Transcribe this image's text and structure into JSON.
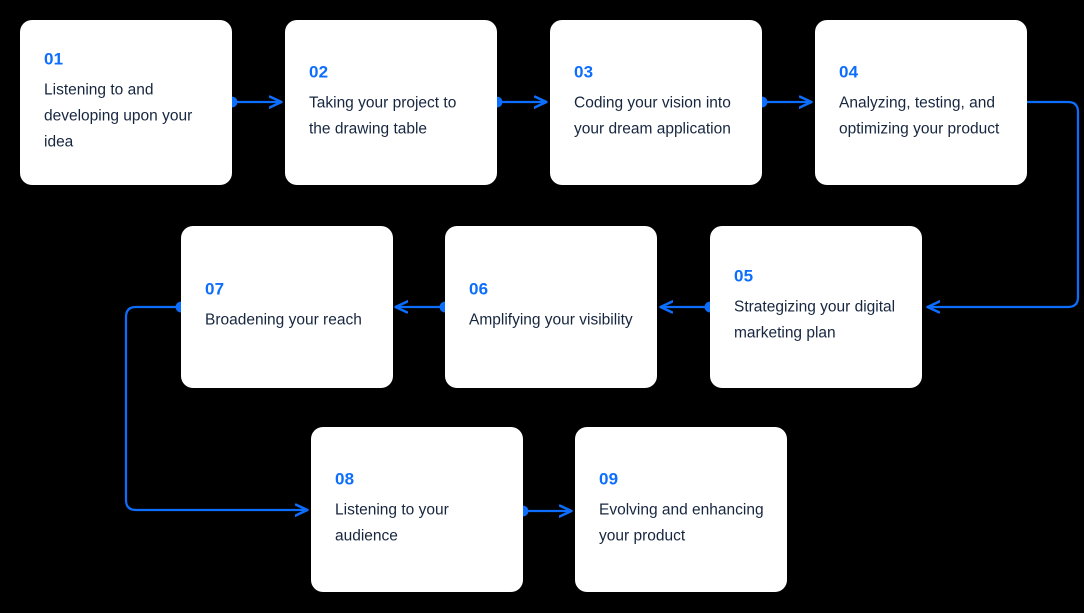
{
  "diagram": {
    "title": "Nine step product development and growth process flow",
    "type": "process-flowchart",
    "background_color": "#000000",
    "card_color": "#ffffff",
    "accent_color": "#0d6efd",
    "text_color": "#17263f",
    "steps": [
      {
        "number": "01",
        "text": "Listening to and developing upon your idea"
      },
      {
        "number": "02",
        "text": "Taking your project to the drawing table"
      },
      {
        "number": "03",
        "text": "Coding your vision into your dream application"
      },
      {
        "number": "04",
        "text": "Analyzing, testing, and optimizing your product"
      },
      {
        "number": "05",
        "text": "Strategizing your digital marketing plan"
      },
      {
        "number": "06",
        "text": "Amplifying your visibility"
      },
      {
        "number": "07",
        "text": "Broadening your reach"
      },
      {
        "number": "08",
        "text": "Listening to your audience"
      },
      {
        "number": "09",
        "text": "Evolving and enhancing your product"
      }
    ],
    "connections": [
      {
        "from": "01",
        "to": "02",
        "direction": "right"
      },
      {
        "from": "02",
        "to": "03",
        "direction": "right"
      },
      {
        "from": "03",
        "to": "04",
        "direction": "right"
      },
      {
        "from": "04",
        "to": "05",
        "direction": "right-down-left"
      },
      {
        "from": "05",
        "to": "06",
        "direction": "left"
      },
      {
        "from": "06",
        "to": "07",
        "direction": "left"
      },
      {
        "from": "07",
        "to": "08",
        "direction": "left-down-right"
      },
      {
        "from": "08",
        "to": "09",
        "direction": "right"
      }
    ]
  }
}
